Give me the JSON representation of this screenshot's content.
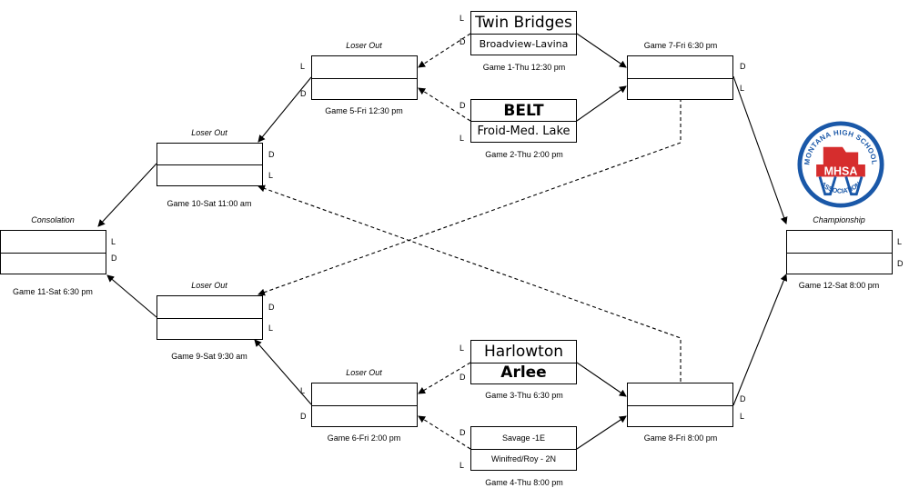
{
  "games": {
    "g1": {
      "label": "Game 1-Thu 12:30 pm",
      "top_team": "Twin Bridges",
      "bottom_team": "Broadview-Lavina",
      "top_result": "L",
      "bottom_result": "D"
    },
    "g2": {
      "label": "Game 2-Thu 2:00 pm",
      "top_team": "BELT",
      "bottom_team": "Froid-Med. Lake",
      "top_result": "D",
      "bottom_result": "L"
    },
    "g3": {
      "label": "Game 3-Thu 6:30 pm",
      "top_team": "Harlowton",
      "bottom_team": "Arlee",
      "top_result": "L",
      "bottom_result": "D"
    },
    "g4": {
      "label": "Game 4-Thu 8:00 pm",
      "top_team": "Savage -1E",
      "bottom_team": "Winifred/Roy - 2N",
      "top_result": "D",
      "bottom_result": "L"
    },
    "g5": {
      "label": "Game 5-Fri 12:30 pm",
      "header": "Loser Out",
      "top_result": "L",
      "bottom_result": "D"
    },
    "g6": {
      "label": "Game 6-Fri 2:00 pm",
      "header": "Loser Out",
      "top_result": "L",
      "bottom_result": "D"
    },
    "g7": {
      "label": "Game 7-Fri 6:30 pm",
      "top_result": "D",
      "bottom_result": "L"
    },
    "g8": {
      "label": "Game 8-Fri 8:00 pm",
      "top_result": "D",
      "bottom_result": "L"
    },
    "g9": {
      "label": "Game 9-Sat 9:30 am",
      "header": "Loser Out",
      "top_result": "D",
      "bottom_result": "L"
    },
    "g10": {
      "label": "Game 10-Sat 11:00 am",
      "header": "Loser Out",
      "top_result": "D",
      "bottom_result": "L"
    },
    "g11": {
      "label": "Game 11-Sat 6:30 pm",
      "header": "Consolation",
      "top_result": "L",
      "bottom_result": "D"
    },
    "g12": {
      "label": "Game 12-Sat 8:00 pm",
      "header": "Championship",
      "top_result": "L",
      "bottom_result": "D"
    }
  },
  "logo": {
    "arc_text": "MONTANA HIGH SCHOOL",
    "center_text": "MHSA",
    "bottom_text": "ASSOCIATION",
    "accent_color": "#d62d2d",
    "ring_color": "#1a58a8"
  }
}
